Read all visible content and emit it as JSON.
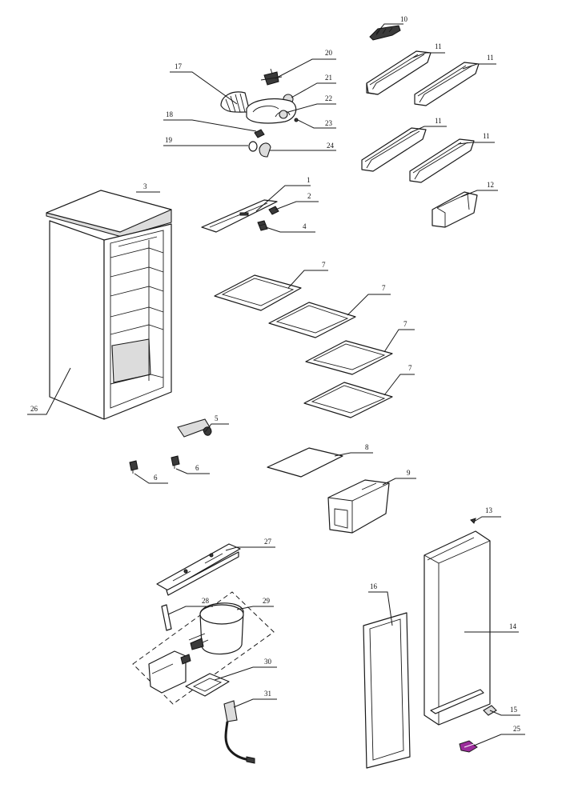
{
  "colors": {
    "line": "#1a1a1a",
    "shade": "#dcdcdc",
    "dark": "#3a3a3a",
    "accent": "#9b2d9b",
    "background": "#ffffff"
  },
  "callouts": {
    "c1": "1",
    "c2": "2",
    "c3": "3",
    "c4": "4",
    "c5": "5",
    "c6a": "6",
    "c6b": "6",
    "c7a": "7",
    "c7b": "7",
    "c7c": "7",
    "c7d": "7",
    "c8": "8",
    "c9": "9",
    "c10": "10",
    "c11a": "11",
    "c11b": "11",
    "c11c": "11",
    "c11d": "11",
    "c12": "12",
    "c13": "13",
    "c14": "14",
    "c15": "15",
    "c16": "16",
    "c17": "17",
    "c18": "18",
    "c19": "19",
    "c20": "20",
    "c21": "21",
    "c22": "22",
    "c23": "23",
    "c24": "24",
    "c25": "25",
    "c26": "26",
    "c27": "27",
    "c28": "28",
    "c29": "29",
    "c30": "30",
    "c31": "31"
  }
}
